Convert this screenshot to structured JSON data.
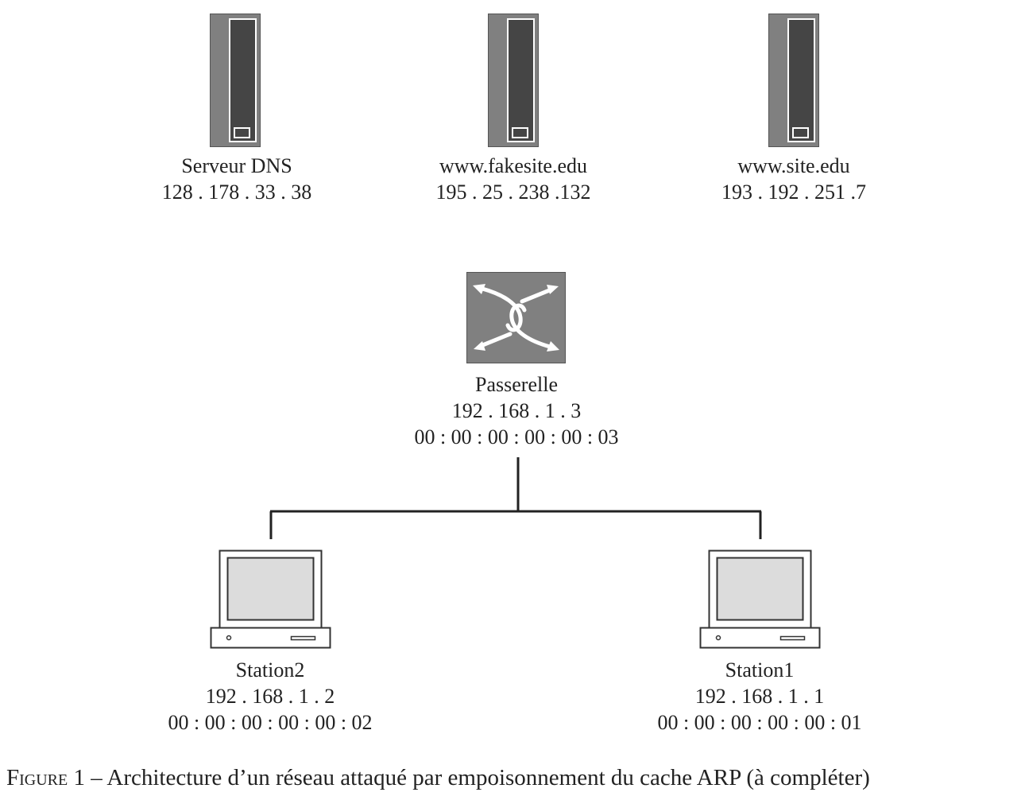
{
  "servers": [
    {
      "id": "dns",
      "name": "Serveur DNS",
      "ip": "128 . 178 . 33 . 38"
    },
    {
      "id": "fakesite",
      "name": "www.fakesite.edu",
      "ip": "195 . 25 . 238 .132"
    },
    {
      "id": "site",
      "name": "www.site.edu",
      "ip": "193 . 192 . 251 .7"
    }
  ],
  "gateway": {
    "name": "Passerelle",
    "ip": "192 . 168 . 1 . 3",
    "mac": "00 : 00 : 00 : 00 : 00 : 03"
  },
  "stations": [
    {
      "id": "station2",
      "name": "Station2",
      "ip": "192 . 168 . 1 . 2",
      "mac": "00 : 00 : 00 : 00 : 00 : 02"
    },
    {
      "id": "station1",
      "name": "Station1",
      "ip": "192 . 168 . 1 . 1",
      "mac": "00 : 00 : 00 : 00 : 00 : 01"
    }
  ],
  "caption": {
    "figure_label": "Figure 1",
    "text": " – Architecture d’un réseau attaqué par empoisonnement du cache ARP (à compléter)"
  },
  "icons": {
    "server": "server-tower-icon",
    "gateway": "router-switch-icon",
    "station": "laptop-icon"
  },
  "colors": {
    "server_body": "#808080",
    "server_panel": "#454545",
    "gateway_body": "#808080",
    "laptop_screen": "#dcdcdc",
    "line": "#222222"
  }
}
